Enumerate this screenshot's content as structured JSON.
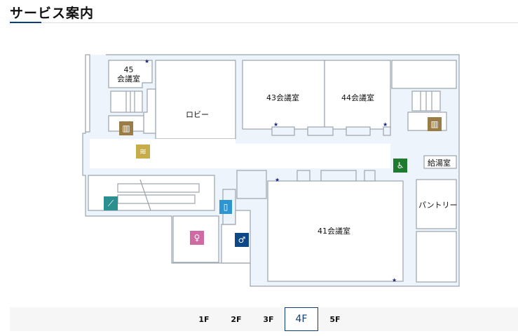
{
  "header": {
    "title": "サービス案内"
  },
  "floor_map": {
    "rooms": {
      "room45_num": "45",
      "room45_name": "会議室",
      "lobby": "ロビー",
      "room43": "43会議室",
      "room44": "44会議室",
      "kyutoshitsu": "給湯室",
      "pantry": "パントリー",
      "room41": "41会議室"
    },
    "icons": {
      "elevator": {
        "name": "elevator-icon",
        "color": "#9a7d46"
      },
      "wifi": {
        "name": "wifi-icon",
        "color": "#c9ac4a"
      },
      "escalator": {
        "name": "escalator-icon",
        "color": "#2a8f8f"
      },
      "smoking": {
        "name": "phone-booth-icon",
        "color": "#2b96d1"
      },
      "womens": {
        "name": "womens-restroom-icon",
        "color": "#d06aa4"
      },
      "mens": {
        "name": "mens-restroom-icon",
        "color": "#0d4785"
      },
      "accessible": {
        "name": "accessible-icon",
        "color": "#1e7a2e"
      }
    }
  },
  "floor_selector": {
    "floors": [
      "1F",
      "2F",
      "3F",
      "4F",
      "5F"
    ],
    "active": "4F"
  }
}
